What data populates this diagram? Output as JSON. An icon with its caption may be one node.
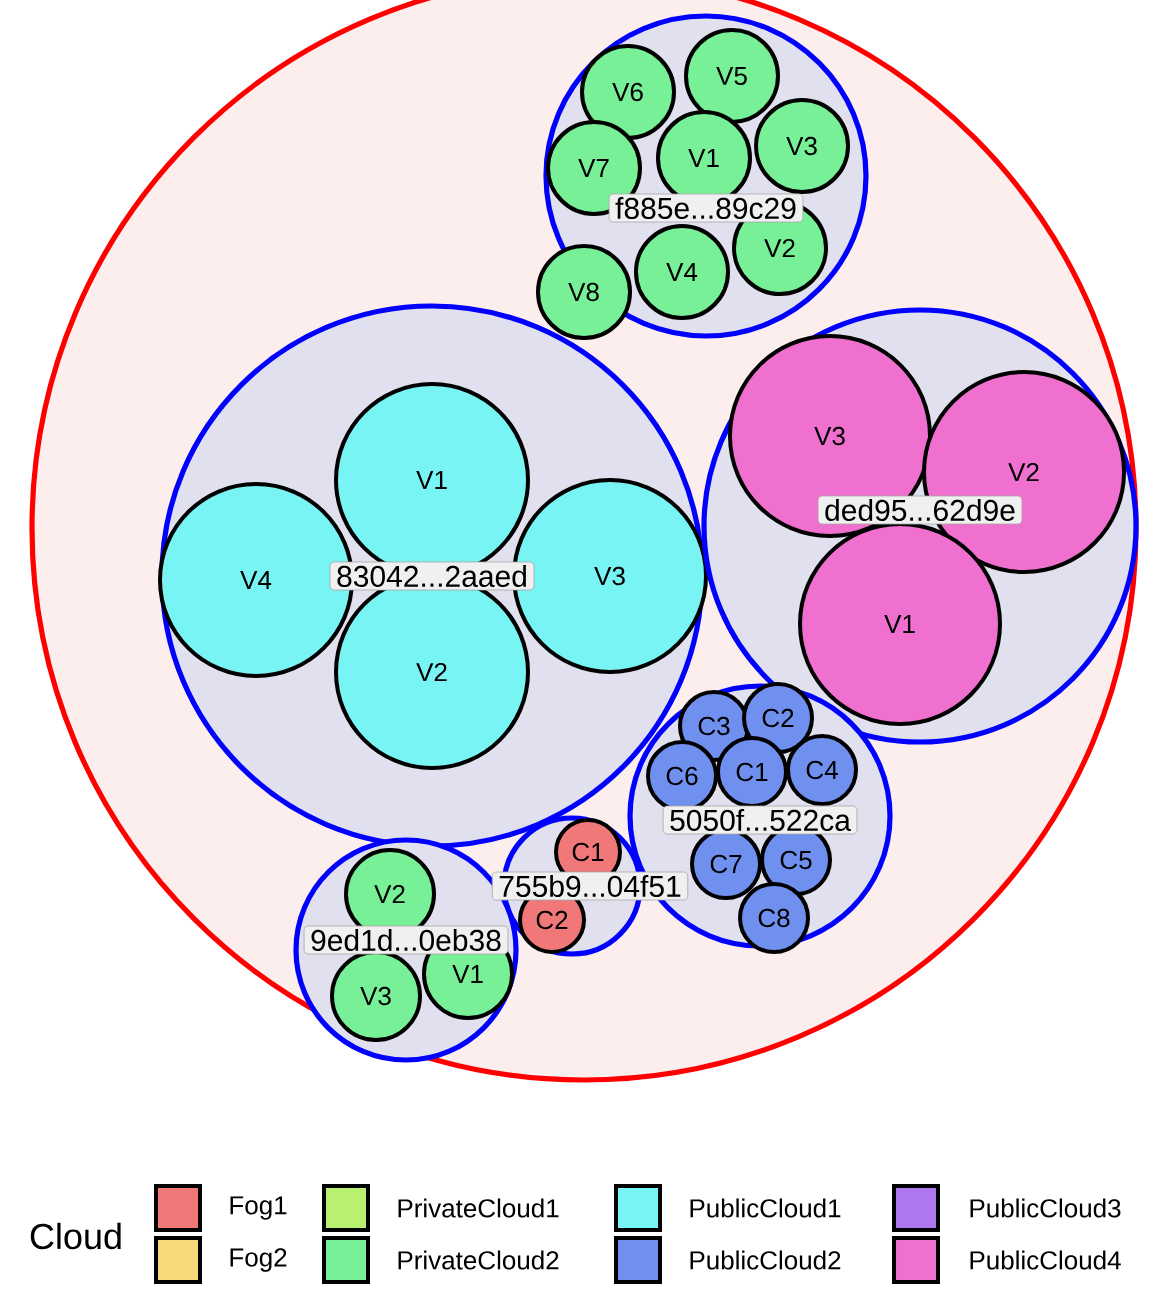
{
  "diagram": {
    "nodes": [
      {
        "text": [],
        "shape": "circle"
      },
      {
        "text": [
          "f885e...89c29"
        ],
        "in": 0
      },
      {
        "text": [
          "V6"
        ],
        "in": 1
      },
      {
        "text": [
          "V5"
        ],
        "in": 1
      },
      {
        "text": [
          "V7"
        ],
        "in": 1
      },
      {
        "text": [
          "V1"
        ],
        "in": 1
      },
      {
        "text": [
          "V3"
        ],
        "in": 1
      },
      {
        "text": [
          "V2"
        ],
        "in": 1
      },
      {
        "text": [
          "V4"
        ],
        "in": 1
      },
      {
        "text": [
          "V8"
        ],
        "in": 1
      },
      {
        "text": [
          "83042...2aaed"
        ],
        "in": 0
      },
      {
        "text": [
          "V1"
        ],
        "in": 10
      },
      {
        "text": [
          "V4"
        ],
        "in": 10
      },
      {
        "text": [
          "V3"
        ],
        "in": 10
      },
      {
        "text": [
          "V2"
        ],
        "in": 10
      },
      {
        "text": [
          "ded95...62d9e"
        ],
        "in": 0
      },
      {
        "text": [
          "V3"
        ],
        "in": 15
      },
      {
        "text": [
          "V2"
        ],
        "in": 15
      },
      {
        "text": [
          "V1"
        ],
        "in": 15
      },
      {
        "text": [
          "5050f...522ca"
        ],
        "in": 0
      },
      {
        "text": [
          "C3"
        ],
        "in": 19
      },
      {
        "text": [
          "C2"
        ],
        "in": 19
      },
      {
        "text": [
          "C6"
        ],
        "in": 19
      },
      {
        "text": [
          "C1"
        ],
        "in": 19
      },
      {
        "text": [
          "C4"
        ],
        "in": 19
      },
      {
        "text": [
          "C7"
        ],
        "in": 19
      },
      {
        "text": [
          "C5"
        ],
        "in": 19
      },
      {
        "text": [
          "C8"
        ],
        "in": 19
      },
      {
        "text": [
          "755b9...04f51"
        ],
        "in": 0
      },
      {
        "text": [
          "C1"
        ],
        "in": 28
      },
      {
        "text": [
          "C2"
        ],
        "in": 28
      },
      {
        "text": [
          "9ed1d...0eb38"
        ],
        "in": 0
      },
      {
        "text": [
          "V2"
        ],
        "in": 31
      },
      {
        "text": [
          "V1"
        ],
        "in": 31
      },
      {
        "text": [
          "V3"
        ],
        "in": 31
      }
    ],
    "labels": [
      "Cloud"
    ],
    "legend": [
      {
        "text": "Fog1",
        "color": "#f07878"
      },
      {
        "text": "Fog2",
        "color": "#f8d878"
      },
      {
        "text": "PrivateCloud1",
        "color": "#b8f070"
      },
      {
        "text": "PrivateCloud2",
        "color": "#78f098"
      },
      {
        "text": "PublicCloud1",
        "color": "#78f4f4"
      },
      {
        "text": "PublicCloud2",
        "color": "#7090f0"
      },
      {
        "text": "PublicCloud3",
        "color": "#b078f0"
      },
      {
        "text": "PublicCloud4",
        "color": "#f070d0"
      }
    ]
  }
}
